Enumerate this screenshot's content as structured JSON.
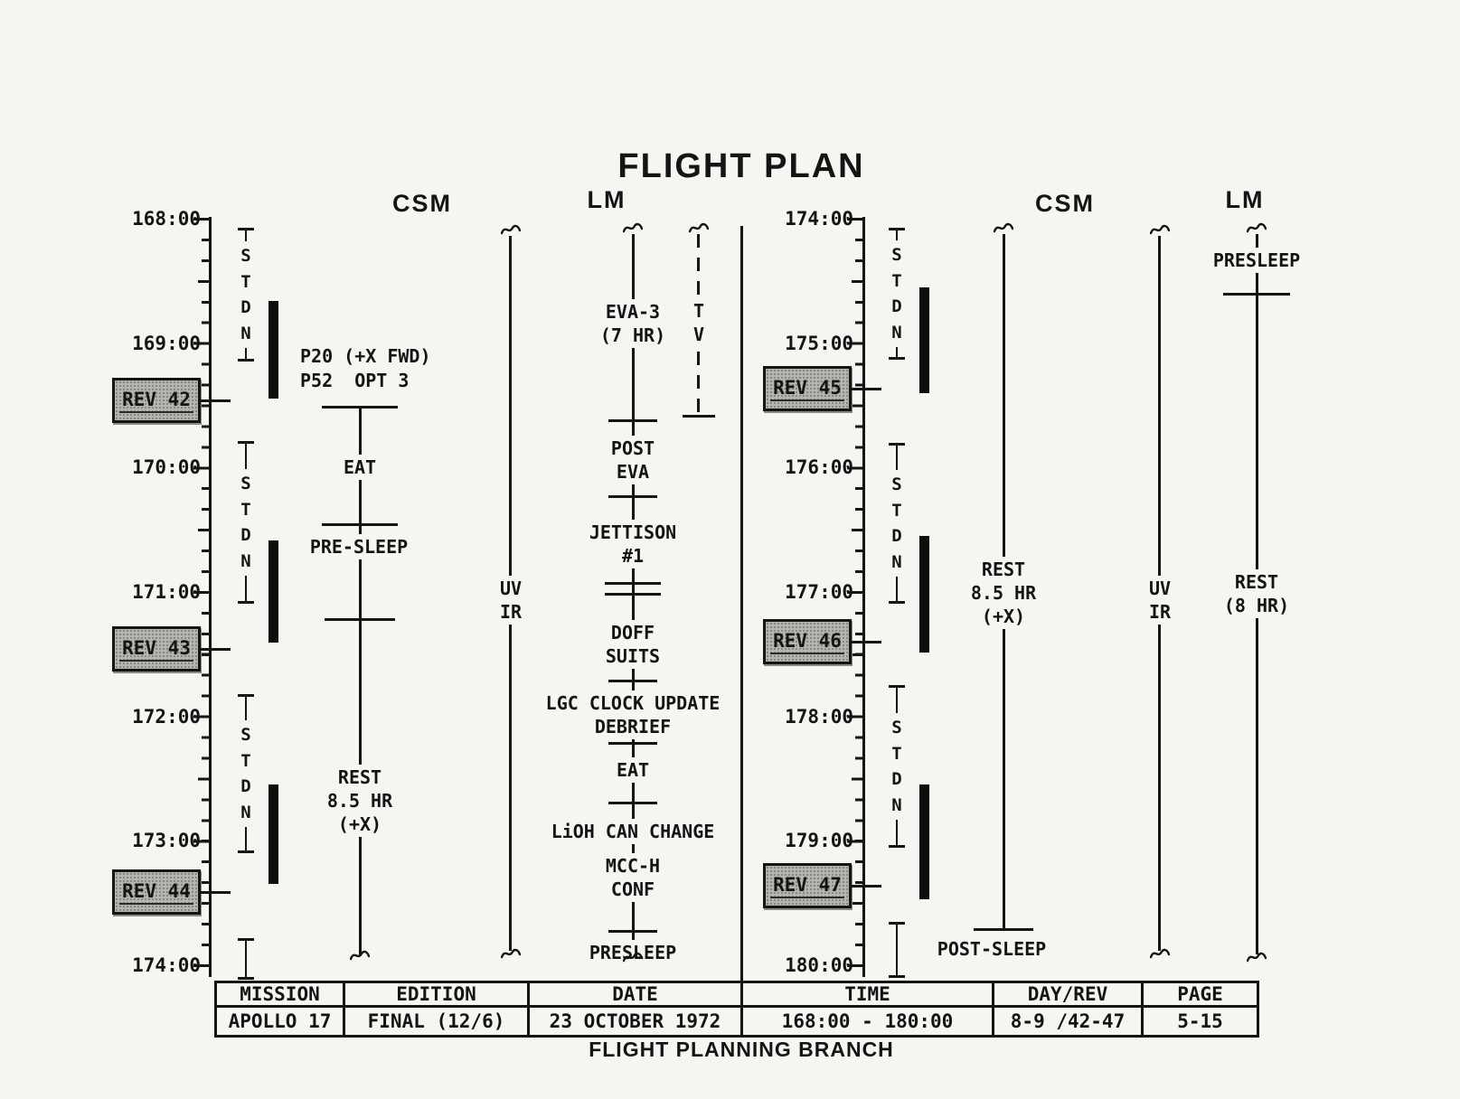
{
  "colors": {
    "paper": "#f6f5f1",
    "ink": "#141414",
    "rev_box_fill": "#b5b4ae"
  },
  "title": "FLIGHT PLAN",
  "footer": "FLIGHT PLANNING BRANCH",
  "left_panel": {
    "csm_header": "CSM",
    "lm_header": "LM",
    "time_labels": [
      "168:00",
      "169:00",
      "170:00",
      "171:00",
      "172:00",
      "173:00",
      "174:00"
    ],
    "stdn": "S\nT\nD\nN",
    "revs": [
      "REV 42",
      "REV 43",
      "REV 44"
    ],
    "csm": {
      "p20_p52": "P20 (+X FWD)\nP52  OPT 3",
      "eat": "EAT",
      "pre_sleep": "PRE-SLEEP",
      "rest": "REST\n8.5 HR\n(+X)"
    },
    "uv_ir": "UV\nIR",
    "lm": {
      "eva3": "EVA-3\n(7 HR)",
      "tv": "T\nV",
      "post_eva": "POST\nEVA",
      "jettison": "JETTISON\n#1",
      "doff_suits": "DOFF\nSUITS",
      "lgc_clock": "LGC CLOCK UPDATE\nDEBRIEF",
      "eat": "EAT",
      "lioh": "LiOH CAN CHANGE",
      "mcc_h": "MCC-H\nCONF",
      "presleep": "PRESLEEP"
    }
  },
  "right_panel": {
    "csm_header": "CSM",
    "lm_header": "LM",
    "time_labels": [
      "174:00",
      "175:00",
      "176:00",
      "177:00",
      "178:00",
      "179:00",
      "180:00"
    ],
    "stdn": "S\nT\nD\nN",
    "revs": [
      "REV 45",
      "REV 46",
      "REV 47"
    ],
    "csm": {
      "rest": "REST\n8.5 HR\n(+X)",
      "post_sleep": "POST-SLEEP"
    },
    "uv_ir": "UV\nIR",
    "lm": {
      "presleep": "PRESLEEP",
      "rest": "REST\n(8 HR)"
    }
  },
  "table": {
    "headers": [
      "MISSION",
      "EDITION",
      "DATE",
      "TIME",
      "DAY/REV",
      "PAGE"
    ],
    "values": [
      "APOLLO 17",
      "FINAL (12/6)",
      "23 OCTOBER 1972",
      "168:00 - 180:00",
      "8-9 /42-47",
      "5-15"
    ]
  }
}
